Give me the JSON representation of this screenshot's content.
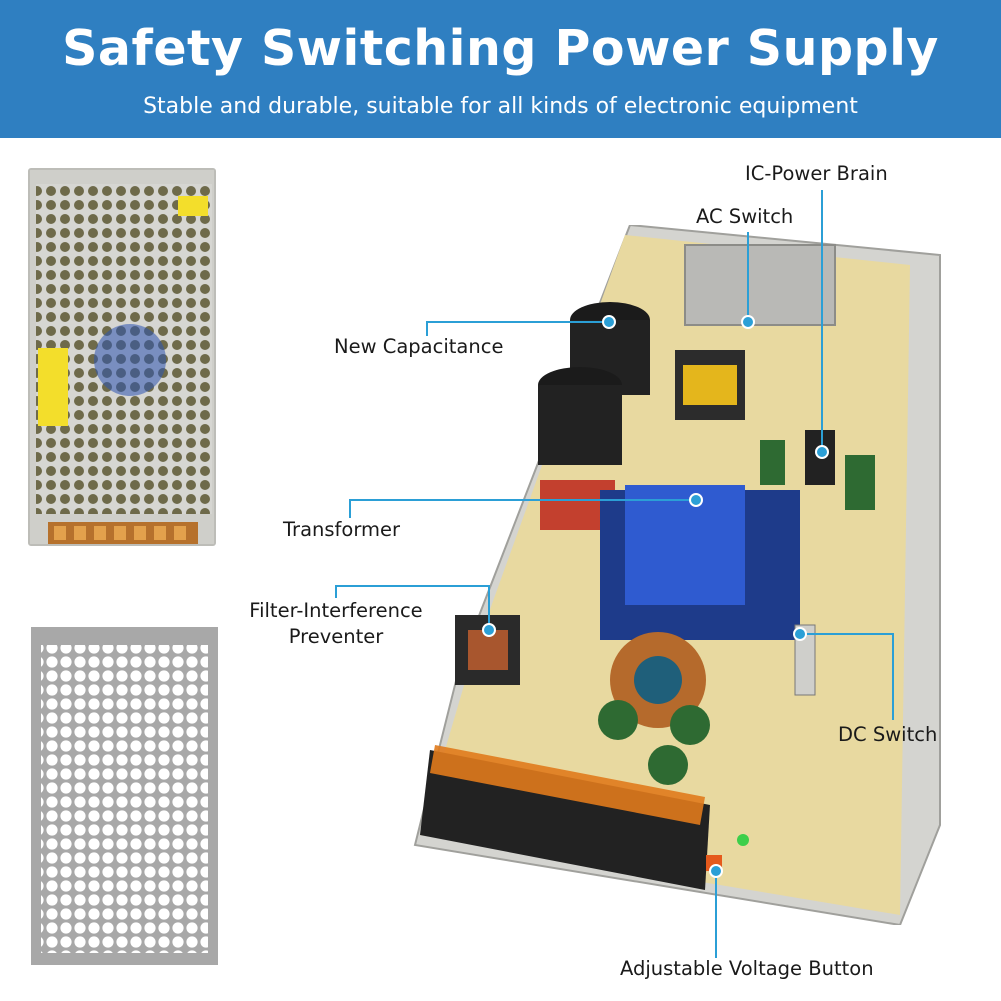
{
  "banner": {
    "title": "Safety Switching Power Supply",
    "subtitle": "Stable and durable, suitable for all kinds of electronic equipment"
  },
  "callouts": {
    "ic_power_brain": "IC-Power Brain",
    "ac_switch": "AC Switch",
    "new_capacitance": "New Capacitance",
    "transformer": "Transformer",
    "filter_line1": "Filter-Interference",
    "filter_line2": "Preventer",
    "dc_switch": "DC Switch",
    "adjustable_voltage_button": "Adjustable Voltage Button"
  },
  "colors": {
    "banner": "#2f7fc1",
    "callout_line": "#2b9fd6",
    "pcb": "#e8d9a0",
    "housing": "#d4d4d0"
  }
}
